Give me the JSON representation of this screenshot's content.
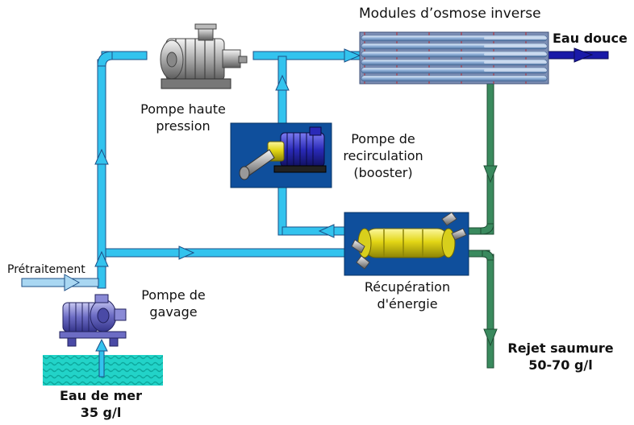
{
  "labels": {
    "modules": "Modules d’osmose inverse",
    "eau_douce": "Eau douce",
    "pompe_hp_l1": "Pompe haute",
    "pompe_hp_l2": "pression",
    "recirc_l1": "Pompe de",
    "recirc_l2": "recirculation",
    "recirc_l3": "(booster)",
    "pretraitement": "Prétraitement",
    "gavage_l1": "Pompe de",
    "gavage_l2": "gavage",
    "recup_l1": "Récupération",
    "recup_l2": "d'énergie",
    "rejet_l1": "Rejet saumure",
    "rejet_l2": "50-70 g/l",
    "eau_mer_l1": "Eau de mer",
    "eau_mer_l2": "35 g/l"
  },
  "colors": {
    "seawater_pipe": "#33c3ee",
    "brine_pipe": "#3a8a5e",
    "fresh_water": "#1a1aa8",
    "pipe_outline": "#1d4f86",
    "device_panel": "#0f4f9c",
    "sea": "#22d3c8"
  },
  "icons": {
    "high_pressure_pump": "multistage-pump-icon",
    "booster_pump": "booster-pump-icon",
    "feed_pump": "feed-pump-icon",
    "energy_recovery": "pressure-exchanger-icon",
    "ro_modules": "membrane-modules-icon"
  }
}
